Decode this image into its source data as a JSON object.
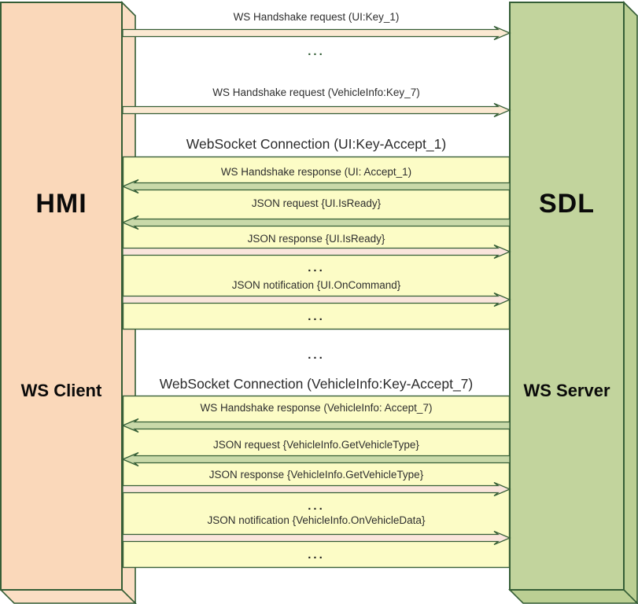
{
  "left_box": {
    "title": "HMI",
    "subtitle": "WS Client"
  },
  "right_box": {
    "title": "SDL",
    "subtitle": "WS Server"
  },
  "handshake_section": {
    "request_1": "WS Handshake request (UI:Key_1)",
    "ellipsis": "...",
    "request_7": "WS Handshake request (VehicleInfo:Key_7)"
  },
  "session_ui": {
    "header": "WebSocket Connection (UI:Key-Accept_1)",
    "handshake_response": "WS Handshake response (UI: Accept_1)",
    "json_request": "JSON request {UI.IsReady}",
    "json_response": "JSON response {UI.IsReady}",
    "ellipsis_1": "...",
    "json_notification": "JSON notification {UI.OnCommand}",
    "ellipsis_2": "..."
  },
  "between_sessions": {
    "ellipsis": "..."
  },
  "session_vehicleinfo": {
    "header": "WebSocket Connection (VehicleInfo:Key-Accept_7)",
    "handshake_response": "WS Handshake response (VehicleInfo: Accept_7)",
    "json_request": "JSON request {VehicleInfo.GetVehicleType}",
    "json_response": "JSON response {VehicleInfo.GetVehicleType}",
    "ellipsis_1": "...",
    "json_notification": "JSON notification {VehicleInfo.OnVehicleData}",
    "ellipsis_2": "..."
  },
  "colors": {
    "hmi_box_fill": "#FAD8BA",
    "sdl_box_fill": "#C2D49D",
    "outline_green": "#355E36",
    "session_panel_fill": "#FCFCC6",
    "arrow_to_client_fill": "#C9D9A9",
    "arrow_to_server_fill": "#FAE5DC",
    "handshake_arrow_fill": "#FBE9D2"
  }
}
